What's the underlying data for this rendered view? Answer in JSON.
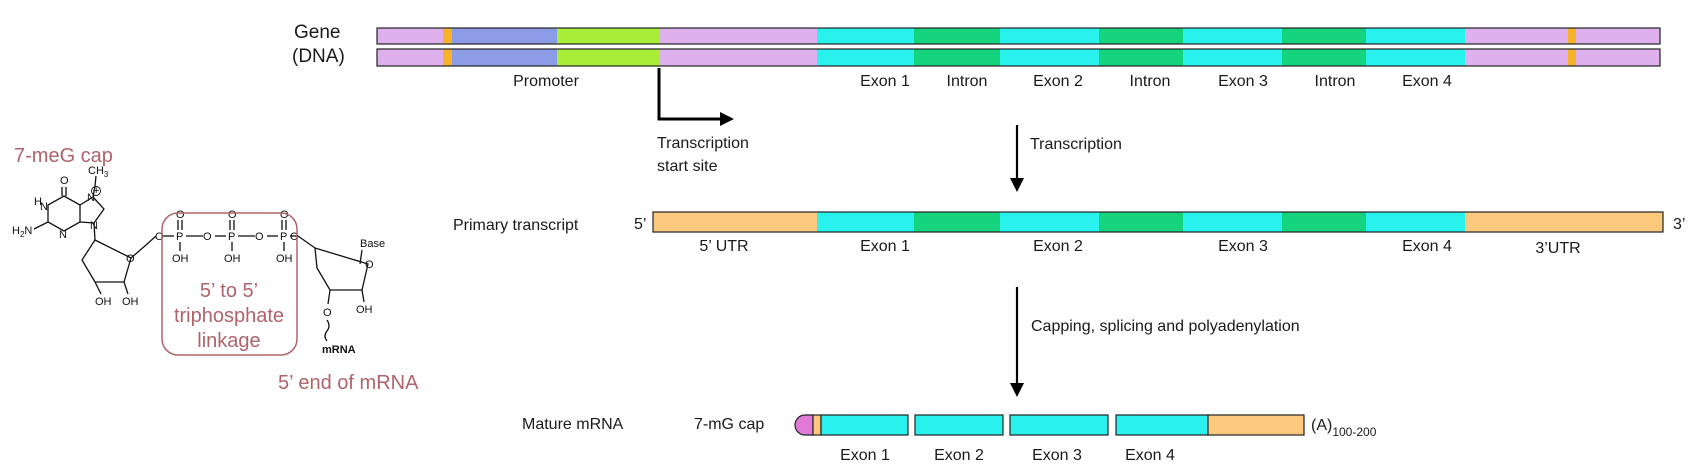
{
  "colors": {
    "utr": "#fbc87e",
    "exon": "#29f1ee",
    "intron": "#15d47d",
    "promoter": "#a8ee38",
    "flank": "#deb0ee",
    "regulatory": "#8d9ce6",
    "marker": "#f5b22a",
    "cap_pink": "#e07ad6",
    "accent_rose": "#b0636b",
    "outline": "#222222"
  },
  "gene": {
    "label_line1": "Gene",
    "label_line2": "(DNA)",
    "promoter_label": "Promoter",
    "region_labels": [
      "Exon 1",
      "Intron",
      "Exon 2",
      "Intron",
      "Exon 3",
      "Intron",
      "Exon 4"
    ]
  },
  "tss": {
    "label_line1": "Transcription",
    "label_line2": "start site"
  },
  "step1": {
    "label": "Transcription"
  },
  "primary": {
    "label": "Primary transcript",
    "five_prime": "5’",
    "three_prime": "3’",
    "region_labels": [
      "5’ UTR",
      "Exon 1",
      "Exon 2",
      "Exon 3",
      "Exon 4",
      "3’UTR"
    ]
  },
  "step2": {
    "label": "Capping, splicing and polyadenylation"
  },
  "mature": {
    "label": "Mature mRNA",
    "cap_label": "7-mG cap",
    "polya_main": "(A)",
    "polya_sub": "100-200",
    "exon_labels": [
      "Exon 1",
      "Exon 2",
      "Exon 3",
      "Exon 4"
    ]
  },
  "structure": {
    "cap_title": "7-meG cap",
    "linkage_line1": "5’ to 5’",
    "linkage_line2": "triphosphate",
    "linkage_line3": "linkage",
    "end_label": "5’ end of mRNA",
    "atoms": {
      "o_top": "O",
      "methyl": "CH",
      "methyl_sub": "3",
      "nh": "H",
      "n1": "N",
      "n_ring": "N",
      "n_plus": "N",
      "plus": "+",
      "n_sugar": "N",
      "nh2": "H",
      "nh2_sub": "2",
      "nh2_n": "N",
      "o_ring1": "O",
      "oh1": "OH",
      "oh2": "OH",
      "o_link1": "O",
      "p1": "P",
      "o_b1": "O",
      "p2": "P",
      "o_b2": "O",
      "p3": "P",
      "o_link2": "O",
      "po_top1": "O",
      "po_top2": "O",
      "po_top3": "O",
      "p_oh1": "OH",
      "p_oh2": "OH",
      "p_oh3": "OH",
      "o_ring2": "O",
      "base": "Base",
      "oh3": "OH",
      "o_3prime": "O",
      "mrna": "mRNA"
    }
  }
}
